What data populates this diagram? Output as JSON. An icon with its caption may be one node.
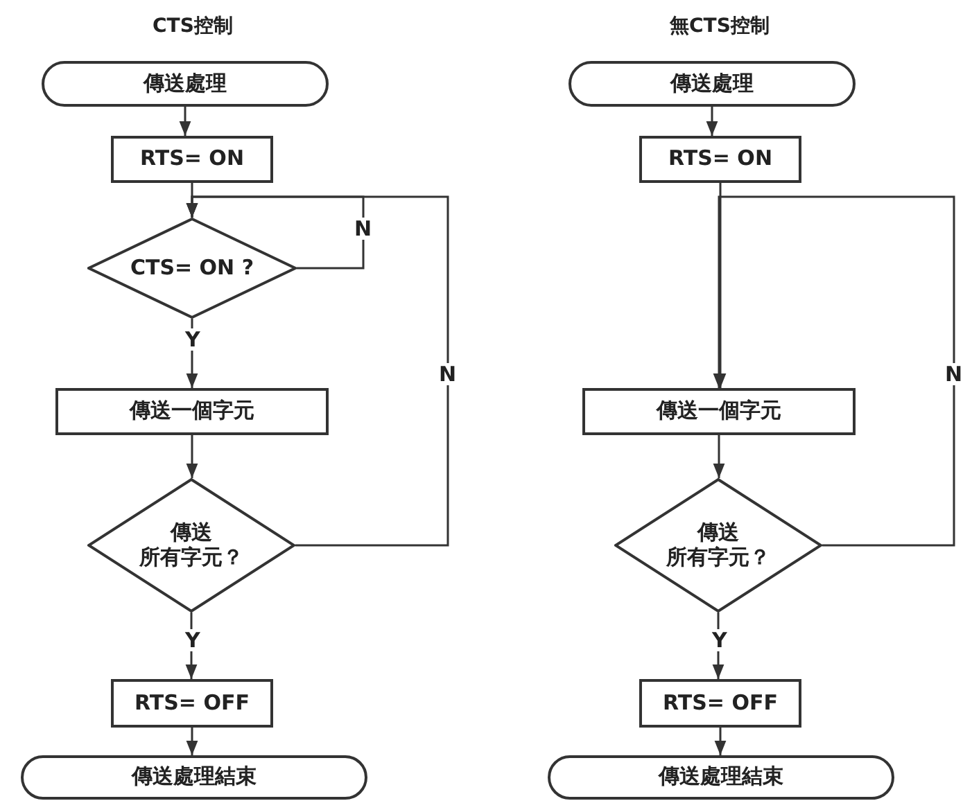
{
  "diagram": {
    "nodes": [
      {
        "text": [
          "傳送處理"
        ]
      },
      {
        "text": [
          "RTS= ON"
        ]
      },
      {
        "text": [
          "CTS= ON ?"
        ]
      },
      {
        "text": [
          "傳送一個字元"
        ]
      },
      {
        "text": [
          "傳送所有字元？"
        ]
      },
      {
        "text": [
          "RTS= OFF"
        ]
      },
      {
        "text": [
          "傳送處理結束"
        ]
      },
      {
        "text": [
          "傳送處理"
        ]
      },
      {
        "text": [
          "RTS= ON"
        ]
      },
      {
        "text": [
          "傳送一個字元"
        ]
      },
      {
        "text": [
          "傳送所有字元？"
        ]
      },
      {
        "text": [
          "RTS= OFF"
        ]
      },
      {
        "text": [
          "傳送處理結束"
        ]
      }
    ],
    "edges": [
      {
        "from": 0,
        "to": 1,
        "arrow": "to"
      },
      {
        "from": 1,
        "to": 2,
        "arrow": "to"
      },
      {
        "from": 2,
        "to": 3,
        "arrow": "to",
        "label": "Y"
      },
      {
        "from": 2,
        "to": 2,
        "arrow": "to",
        "label": "N"
      },
      {
        "from": 3,
        "to": 4,
        "arrow": "to"
      },
      {
        "from": 4,
        "to": 5,
        "arrow": "to",
        "label": "Y"
      },
      {
        "from": 4,
        "to": 2,
        "arrow": "to",
        "label": "N"
      },
      {
        "from": 5,
        "to": 6,
        "arrow": "to"
      },
      {
        "from": 7,
        "to": 8,
        "arrow": "to"
      },
      {
        "from": 8,
        "to": 9,
        "arrow": "to"
      },
      {
        "from": 9,
        "to": 10,
        "arrow": "to"
      },
      {
        "from": 10,
        "to": 11,
        "arrow": "to",
        "label": "Y"
      },
      {
        "from": 10,
        "to": 9,
        "arrow": "to",
        "label": "N"
      },
      {
        "from": 11,
        "to": 12,
        "arrow": "to"
      }
    ],
    "labels": [
      "CTS控制",
      "無CTS控制"
    ]
  }
}
